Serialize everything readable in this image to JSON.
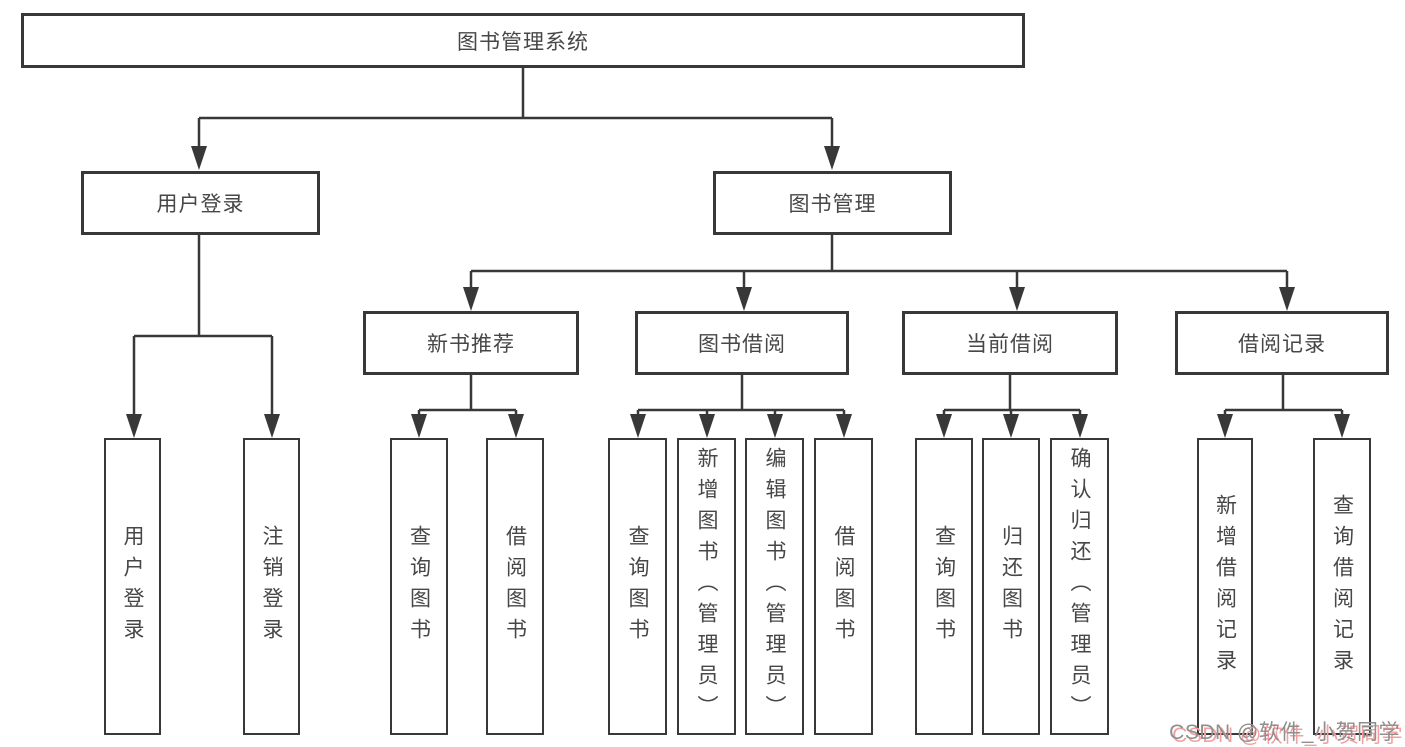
{
  "diagram": {
    "root": {
      "label": "图书管理系统"
    },
    "branches": [
      {
        "label": "用户登录",
        "children": [
          {
            "label": "用户登录"
          },
          {
            "label": "注销登录"
          }
        ]
      },
      {
        "label": "图书管理",
        "sections": [
          {
            "label": "新书推荐",
            "children": [
              {
                "label": "查询图书"
              },
              {
                "label": "借阅图书"
              }
            ]
          },
          {
            "label": "图书借阅",
            "children": [
              {
                "label": "查询图书"
              },
              {
                "label": "新增图书（管理员）"
              },
              {
                "label": "编辑图书（管理员）"
              },
              {
                "label": "借阅图书"
              }
            ]
          },
          {
            "label": "当前借阅",
            "children": [
              {
                "label": "查询图书"
              },
              {
                "label": "归还图书"
              },
              {
                "label": "确认归还（管理员）"
              }
            ]
          },
          {
            "label": "借阅记录",
            "children": [
              {
                "label": "新增借阅记录"
              },
              {
                "label": "查询借阅记录"
              }
            ]
          }
        ]
      }
    ]
  },
  "watermark": {
    "text": "CSDN @软件_小贺同学"
  },
  "colors": {
    "line": "#383838",
    "text": "#474747",
    "watermark_gray": "#8f8f8f",
    "watermark_red": "#f5a0a0",
    "background": "#ffffff"
  }
}
